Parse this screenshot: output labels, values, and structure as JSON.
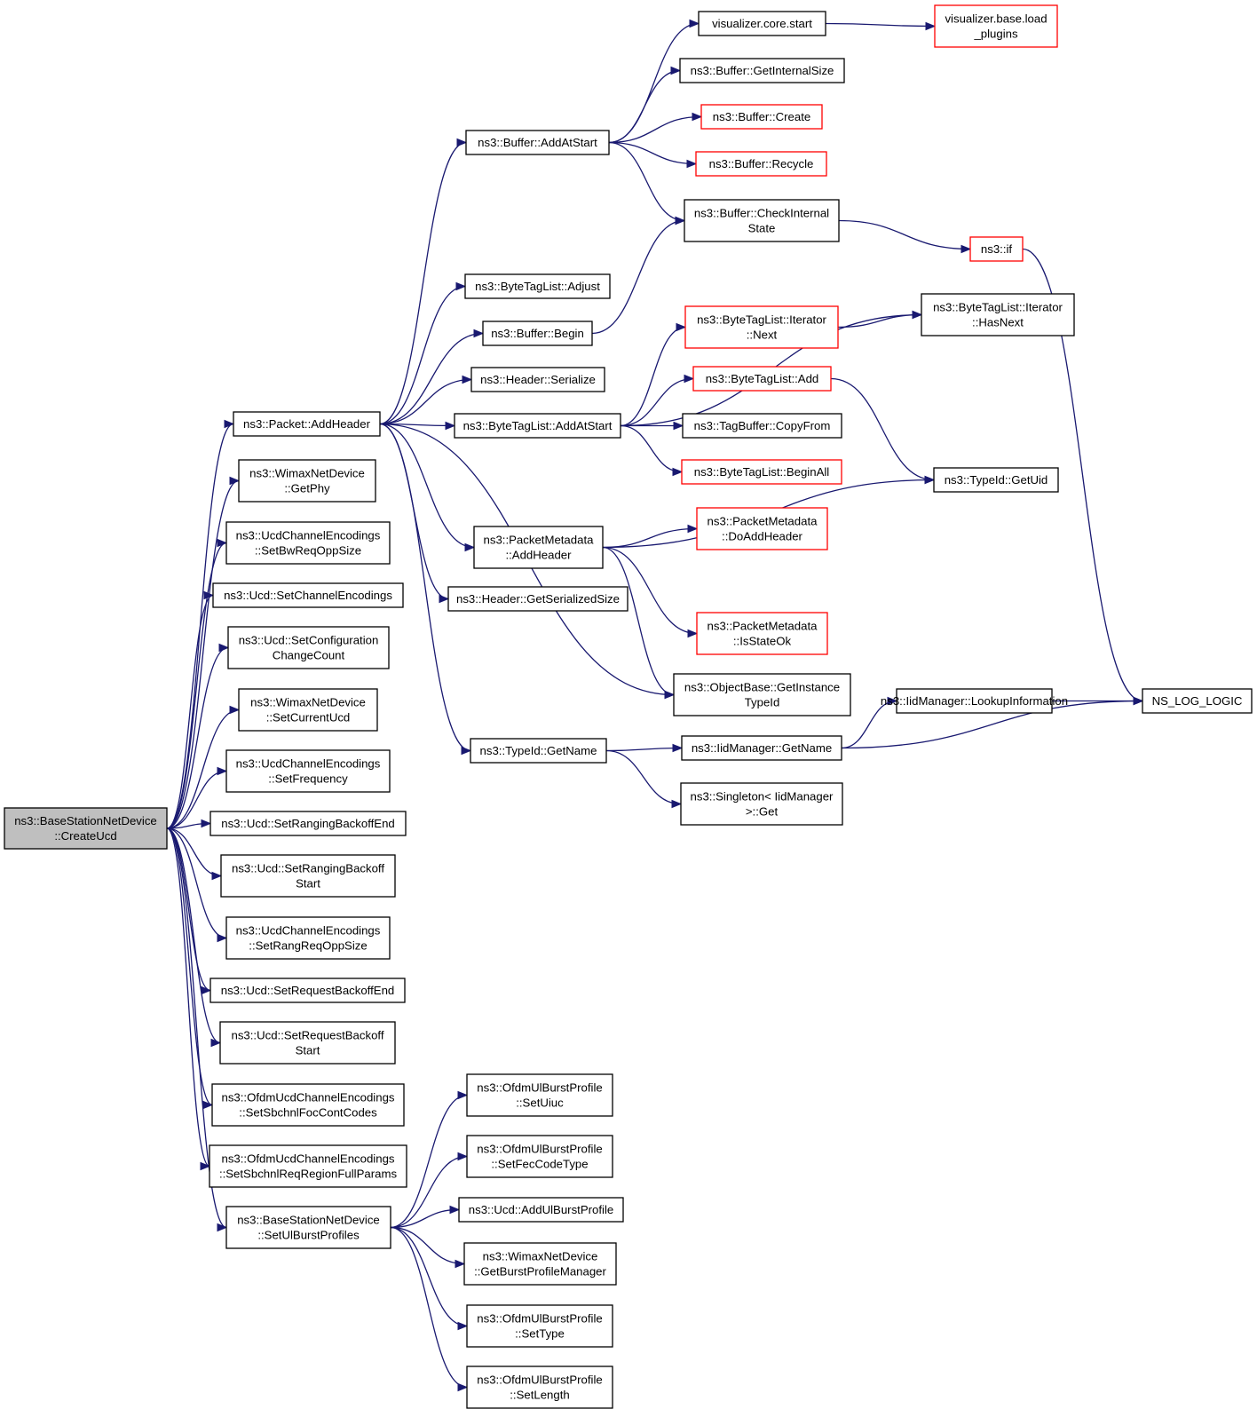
{
  "nodes": [
    {
      "id": "root",
      "lines": [
        "ns3::BaseStationNetDevice",
        "::CreateUcd"
      ],
      "kind": "root"
    },
    {
      "id": "pkt_addheader",
      "lines": [
        "ns3::Packet::AddHeader"
      ],
      "kind": "normal"
    },
    {
      "id": "getphy",
      "lines": [
        "ns3::WimaxNetDevice",
        "::GetPhy"
      ],
      "kind": "normal"
    },
    {
      "id": "setbwreq",
      "lines": [
        "ns3::UcdChannelEncodings",
        "::SetBwReqOppSize"
      ],
      "kind": "normal"
    },
    {
      "id": "setchanenc",
      "lines": [
        "ns3::Ucd::SetChannelEncodings"
      ],
      "kind": "normal"
    },
    {
      "id": "setconfig",
      "lines": [
        "ns3::Ucd::SetConfiguration",
        "ChangeCount"
      ],
      "kind": "normal"
    },
    {
      "id": "setcurucd",
      "lines": [
        "ns3::WimaxNetDevice",
        "::SetCurrentUcd"
      ],
      "kind": "normal"
    },
    {
      "id": "setfreq",
      "lines": [
        "ns3::UcdChannelEncodings",
        "::SetFrequency"
      ],
      "kind": "normal"
    },
    {
      "id": "setrangend",
      "lines": [
        "ns3::Ucd::SetRangingBackoffEnd"
      ],
      "kind": "normal"
    },
    {
      "id": "setrangstart",
      "lines": [
        "ns3::Ucd::SetRangingBackoff",
        "Start"
      ],
      "kind": "normal"
    },
    {
      "id": "setrangreq",
      "lines": [
        "ns3::UcdChannelEncodings",
        "::SetRangReqOppSize"
      ],
      "kind": "normal"
    },
    {
      "id": "setreqend",
      "lines": [
        "ns3::Ucd::SetRequestBackoffEnd"
      ],
      "kind": "normal"
    },
    {
      "id": "setreqstart",
      "lines": [
        "ns3::Ucd::SetRequestBackoff",
        "Start"
      ],
      "kind": "normal"
    },
    {
      "id": "setsbfoc",
      "lines": [
        "ns3::OfdmUcdChannelEncodings",
        "::SetSbchnlFocContCodes"
      ],
      "kind": "normal"
    },
    {
      "id": "setsbreq",
      "lines": [
        "ns3::OfdmUcdChannelEncodings",
        "::SetSbchnlReqRegionFullParams"
      ],
      "kind": "normal"
    },
    {
      "id": "setulburst",
      "lines": [
        "ns3::BaseStationNetDevice",
        "::SetUlBurstProfiles"
      ],
      "kind": "normal"
    },
    {
      "id": "buf_addatstart",
      "lines": [
        "ns3::Buffer::AddAtStart"
      ],
      "kind": "normal"
    },
    {
      "id": "btl_adjust",
      "lines": [
        "ns3::ByteTagList::Adjust"
      ],
      "kind": "normal"
    },
    {
      "id": "buf_begin",
      "lines": [
        "ns3::Buffer::Begin"
      ],
      "kind": "normal"
    },
    {
      "id": "hdr_serialize",
      "lines": [
        "ns3::Header::Serialize"
      ],
      "kind": "normal"
    },
    {
      "id": "btl_addatstart",
      "lines": [
        "ns3::ByteTagList::AddAtStart"
      ],
      "kind": "normal"
    },
    {
      "id": "pm_addheader",
      "lines": [
        "ns3::PacketMetadata",
        "::AddHeader"
      ],
      "kind": "normal"
    },
    {
      "id": "hdr_getsersize",
      "lines": [
        "ns3::Header::GetSerializedSize"
      ],
      "kind": "normal"
    },
    {
      "id": "typeid_getname",
      "lines": [
        "ns3::TypeId::GetName"
      ],
      "kind": "normal"
    },
    {
      "id": "vis_start",
      "lines": [
        "visualizer.core.start"
      ],
      "kind": "normal"
    },
    {
      "id": "buf_getinternalsize",
      "lines": [
        "ns3::Buffer::GetInternalSize"
      ],
      "kind": "normal"
    },
    {
      "id": "buf_create",
      "lines": [
        "ns3::Buffer::Create"
      ],
      "kind": "red"
    },
    {
      "id": "buf_recycle",
      "lines": [
        "ns3::Buffer::Recycle"
      ],
      "kind": "red"
    },
    {
      "id": "buf_checkinternal",
      "lines": [
        "ns3::Buffer::CheckInternal",
        "State"
      ],
      "kind": "normal"
    },
    {
      "id": "btl_iter_next",
      "lines": [
        "ns3::ByteTagList::Iterator",
        "::Next"
      ],
      "kind": "red"
    },
    {
      "id": "btl_add",
      "lines": [
        "ns3::ByteTagList::Add"
      ],
      "kind": "red"
    },
    {
      "id": "tagbuf_copyfrom",
      "lines": [
        "ns3::TagBuffer::CopyFrom"
      ],
      "kind": "normal"
    },
    {
      "id": "btl_beginall",
      "lines": [
        "ns3::ByteTagList::BeginAll"
      ],
      "kind": "red"
    },
    {
      "id": "pm_doaddheader",
      "lines": [
        "ns3::PacketMetadata",
        "::DoAddHeader"
      ],
      "kind": "red"
    },
    {
      "id": "pm_isstateok",
      "lines": [
        "ns3::PacketMetadata",
        "::IsStateOk"
      ],
      "kind": "red"
    },
    {
      "id": "objbase_getinst",
      "lines": [
        "ns3::ObjectBase::GetInstance",
        "TypeId"
      ],
      "kind": "normal"
    },
    {
      "id": "iid_getname",
      "lines": [
        "ns3::IidManager::GetName"
      ],
      "kind": "normal"
    },
    {
      "id": "singleton_get",
      "lines": [
        "ns3::Singleton< IidManager",
        ">::Get"
      ],
      "kind": "normal"
    },
    {
      "id": "vis_loadplugins",
      "lines": [
        "visualizer.base.load",
        "_plugins"
      ],
      "kind": "red"
    },
    {
      "id": "ns3_if",
      "lines": [
        "ns3::if"
      ],
      "kind": "red"
    },
    {
      "id": "btl_iter_hasnext",
      "lines": [
        "ns3::ByteTagList::Iterator",
        "::HasNext"
      ],
      "kind": "normal"
    },
    {
      "id": "typeid_getuid",
      "lines": [
        "ns3::TypeId::GetUid"
      ],
      "kind": "normal"
    },
    {
      "id": "iid_lookup",
      "lines": [
        "ns3::IidManager::LookupInformation"
      ],
      "kind": "normal"
    },
    {
      "id": "ns_log_logic",
      "lines": [
        "NS_LOG_LOGIC"
      ],
      "kind": "normal"
    },
    {
      "id": "ofdm_setuiuc",
      "lines": [
        "ns3::OfdmUlBurstProfile",
        "::SetUiuc"
      ],
      "kind": "normal"
    },
    {
      "id": "ofdm_setfec",
      "lines": [
        "ns3::OfdmUlBurstProfile",
        "::SetFecCodeType"
      ],
      "kind": "normal"
    },
    {
      "id": "ucd_addulburst",
      "lines": [
        "ns3::Ucd::AddUlBurstProfile"
      ],
      "kind": "normal"
    },
    {
      "id": "wimax_getburstmgr",
      "lines": [
        "ns3::WimaxNetDevice",
        "::GetBurstProfileManager"
      ],
      "kind": "normal"
    },
    {
      "id": "ofdm_settype",
      "lines": [
        "ns3::OfdmUlBurstProfile",
        "::SetType"
      ],
      "kind": "normal"
    },
    {
      "id": "ofdm_setlength",
      "lines": [
        "ns3::OfdmUlBurstProfile",
        "::SetLength"
      ],
      "kind": "normal"
    }
  ],
  "edges": [
    [
      "root",
      "pkt_addheader"
    ],
    [
      "root",
      "getphy"
    ],
    [
      "root",
      "setbwreq"
    ],
    [
      "root",
      "setchanenc"
    ],
    [
      "root",
      "setconfig"
    ],
    [
      "root",
      "setcurucd"
    ],
    [
      "root",
      "setfreq"
    ],
    [
      "root",
      "setrangend"
    ],
    [
      "root",
      "setrangstart"
    ],
    [
      "root",
      "setrangreq"
    ],
    [
      "root",
      "setreqend"
    ],
    [
      "root",
      "setreqstart"
    ],
    [
      "root",
      "setsbfoc"
    ],
    [
      "root",
      "setsbreq"
    ],
    [
      "root",
      "setulburst"
    ],
    [
      "pkt_addheader",
      "buf_addatstart"
    ],
    [
      "pkt_addheader",
      "btl_adjust"
    ],
    [
      "pkt_addheader",
      "buf_begin"
    ],
    [
      "pkt_addheader",
      "hdr_serialize"
    ],
    [
      "pkt_addheader",
      "btl_addatstart"
    ],
    [
      "pkt_addheader",
      "pm_addheader"
    ],
    [
      "pkt_addheader",
      "hdr_getsersize"
    ],
    [
      "pkt_addheader",
      "objbase_getinst"
    ],
    [
      "pkt_addheader",
      "typeid_getname"
    ],
    [
      "buf_addatstart",
      "vis_start"
    ],
    [
      "buf_addatstart",
      "buf_getinternalsize"
    ],
    [
      "buf_addatstart",
      "buf_create"
    ],
    [
      "buf_addatstart",
      "buf_recycle"
    ],
    [
      "buf_addatstart",
      "buf_checkinternal"
    ],
    [
      "vis_start",
      "vis_loadplugins"
    ],
    [
      "buf_begin",
      "buf_checkinternal"
    ],
    [
      "buf_checkinternal",
      "ns3_if"
    ],
    [
      "ns3_if",
      "ns_log_logic"
    ],
    [
      "btl_addatstart",
      "btl_iter_hasnext"
    ],
    [
      "btl_addatstart",
      "btl_iter_next"
    ],
    [
      "btl_addatstart",
      "btl_add"
    ],
    [
      "btl_addatstart",
      "tagbuf_copyfrom"
    ],
    [
      "btl_addatstart",
      "btl_beginall"
    ],
    [
      "btl_iter_next",
      "btl_iter_hasnext"
    ],
    [
      "btl_add",
      "typeid_getuid"
    ],
    [
      "pm_addheader",
      "pm_doaddheader"
    ],
    [
      "pm_addheader",
      "typeid_getuid"
    ],
    [
      "pm_addheader",
      "pm_isstateok"
    ],
    [
      "pm_addheader",
      "objbase_getinst"
    ],
    [
      "typeid_getname",
      "iid_getname"
    ],
    [
      "typeid_getname",
      "singleton_get"
    ],
    [
      "iid_getname",
      "iid_lookup"
    ],
    [
      "iid_getname",
      "ns_log_logic"
    ],
    [
      "iid_lookup",
      "ns_log_logic"
    ],
    [
      "setulburst",
      "ofdm_setuiuc"
    ],
    [
      "setulburst",
      "ofdm_setfec"
    ],
    [
      "setulburst",
      "ucd_addulburst"
    ],
    [
      "setulburst",
      "wimax_getburstmgr"
    ],
    [
      "setulburst",
      "ofdm_settype"
    ],
    [
      "setulburst",
      "ofdm_setlength"
    ]
  ],
  "colors": {
    "edge": "#191970",
    "node_border": "#000000",
    "node_border_external": "#ff0000",
    "root_fill": "#bfbfbf",
    "node_fill": "#ffffff"
  }
}
